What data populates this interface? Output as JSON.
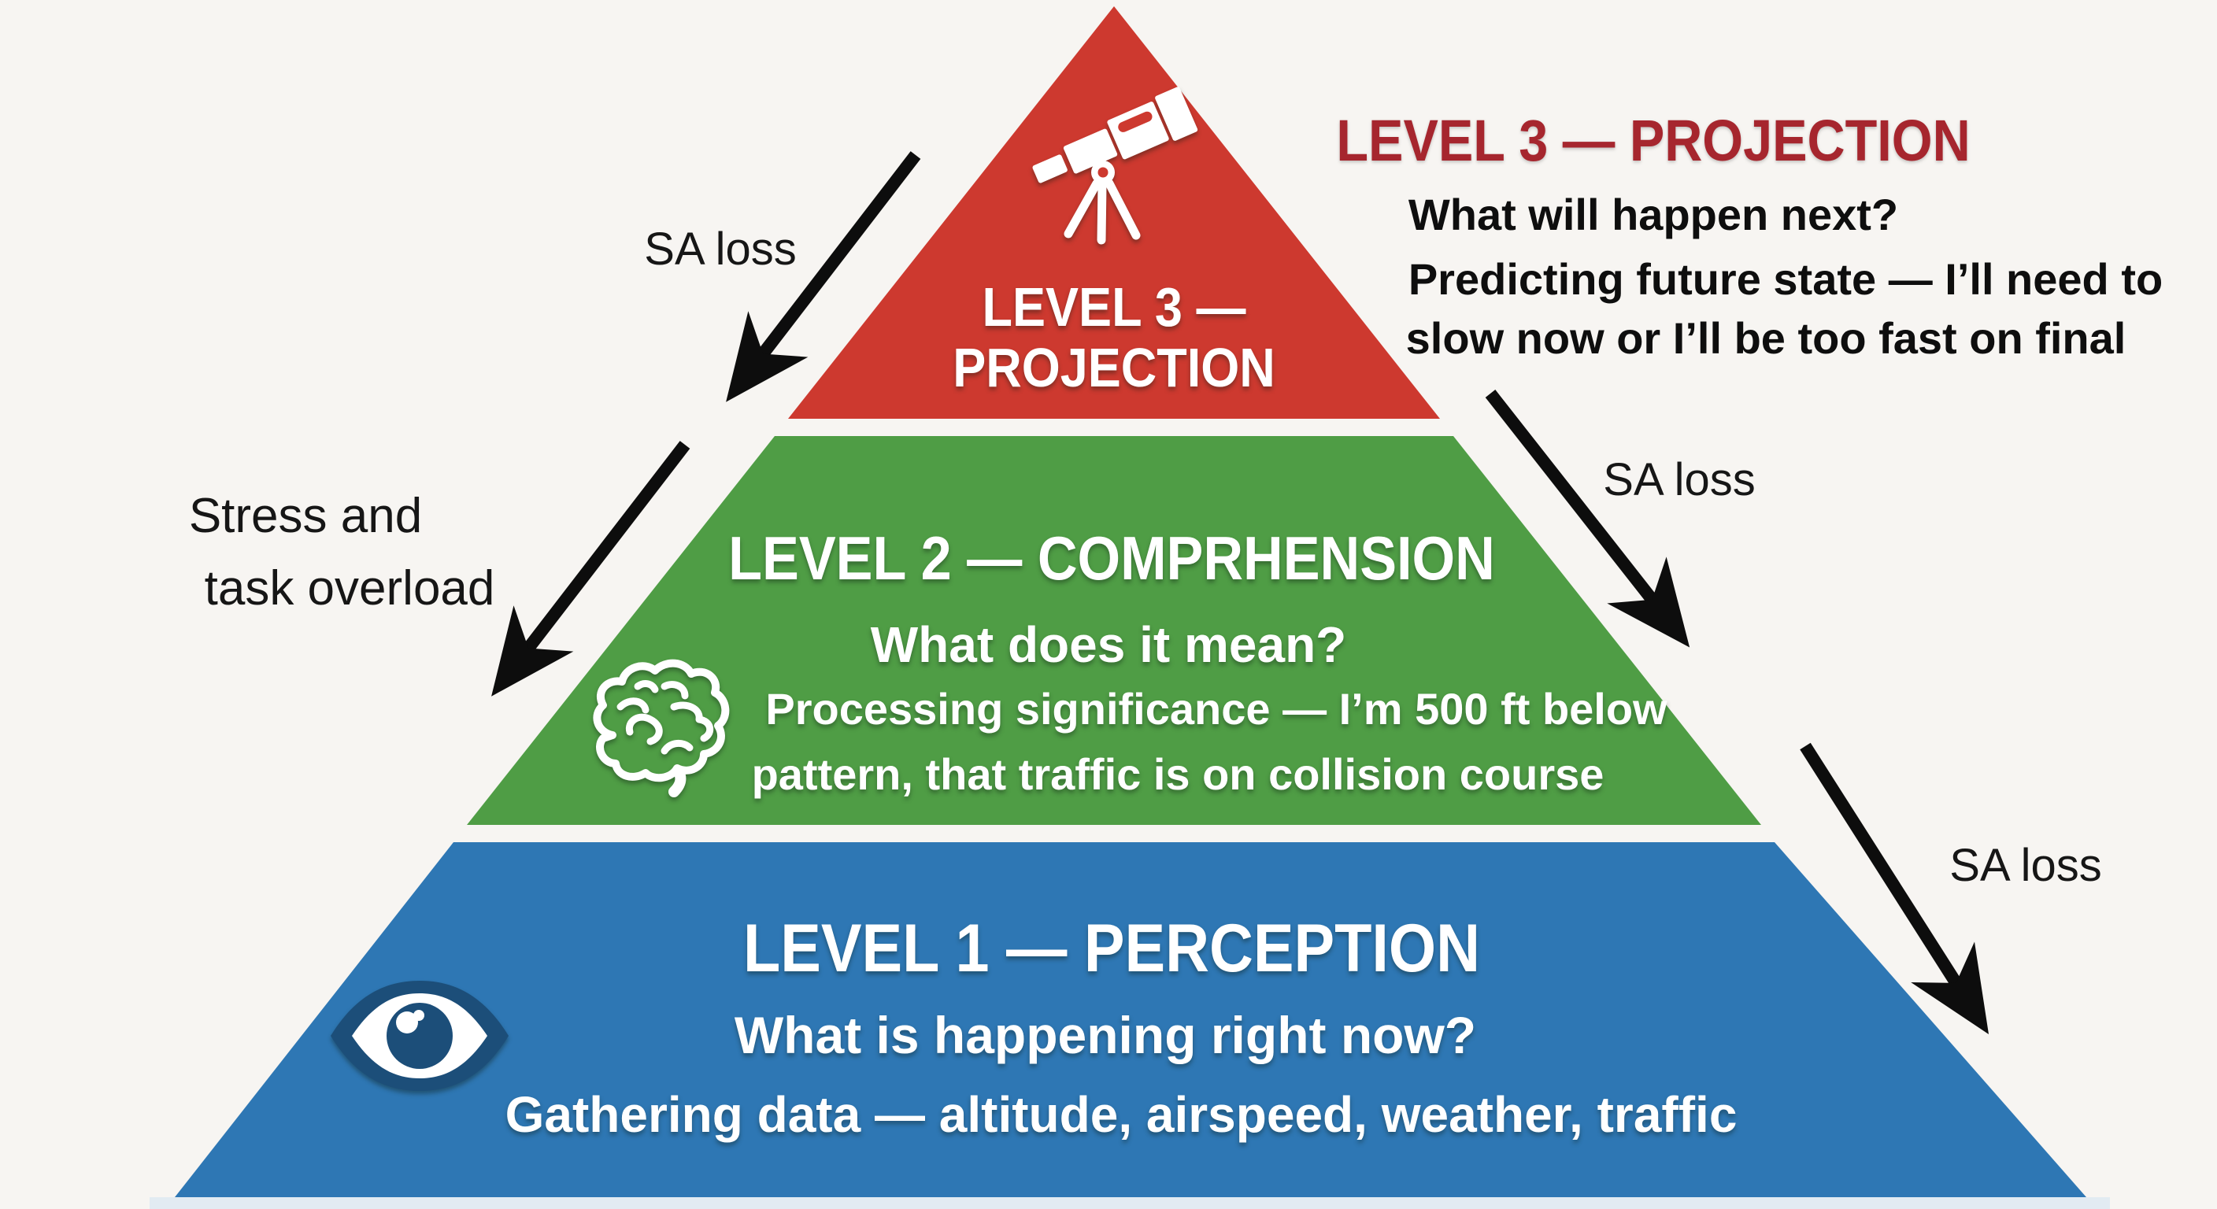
{
  "colors": {
    "background": "#f7f5f2",
    "red": "#cd392f",
    "green": "#4f9d45",
    "blue": "#2e77b4",
    "dark_red_heading": "#a6262e",
    "arrow": "#0d0d0d",
    "eye_navy": "#1c4e79",
    "footer_strip": "#e2ebf2"
  },
  "pyramid": {
    "level3": {
      "icon": "telescope-icon",
      "line1": "LEVEL 3 —",
      "line2": "PROJECTION"
    },
    "level2": {
      "icon": "brain-icon",
      "title": "LEVEL 2 — COMPRHENSION",
      "question": "What does it mean?",
      "detail1": "Processing significance — I’m 500 ft below",
      "detail2": "pattern, that traffic is on collision course"
    },
    "level1": {
      "icon": "eye-icon",
      "title": "LEVEL 1 — PERCEPTION",
      "question": "What is happening right now?",
      "detail": "Gathering data — altitude, airspeed, weather, traffic"
    }
  },
  "annotations": {
    "sa_loss_top_left": "SA loss",
    "sa_loss_middle_right": "SA loss",
    "sa_loss_bottom_right": "SA loss",
    "stress_line1": "Stress and",
    "stress_line2": "task overload",
    "callout": {
      "heading": "LEVEL 3 — PROJECTION",
      "line1": "What will happen next?",
      "line2": "Predicting future state — I’ll need to",
      "line3": "slow now or I’ll be too fast on final"
    }
  }
}
